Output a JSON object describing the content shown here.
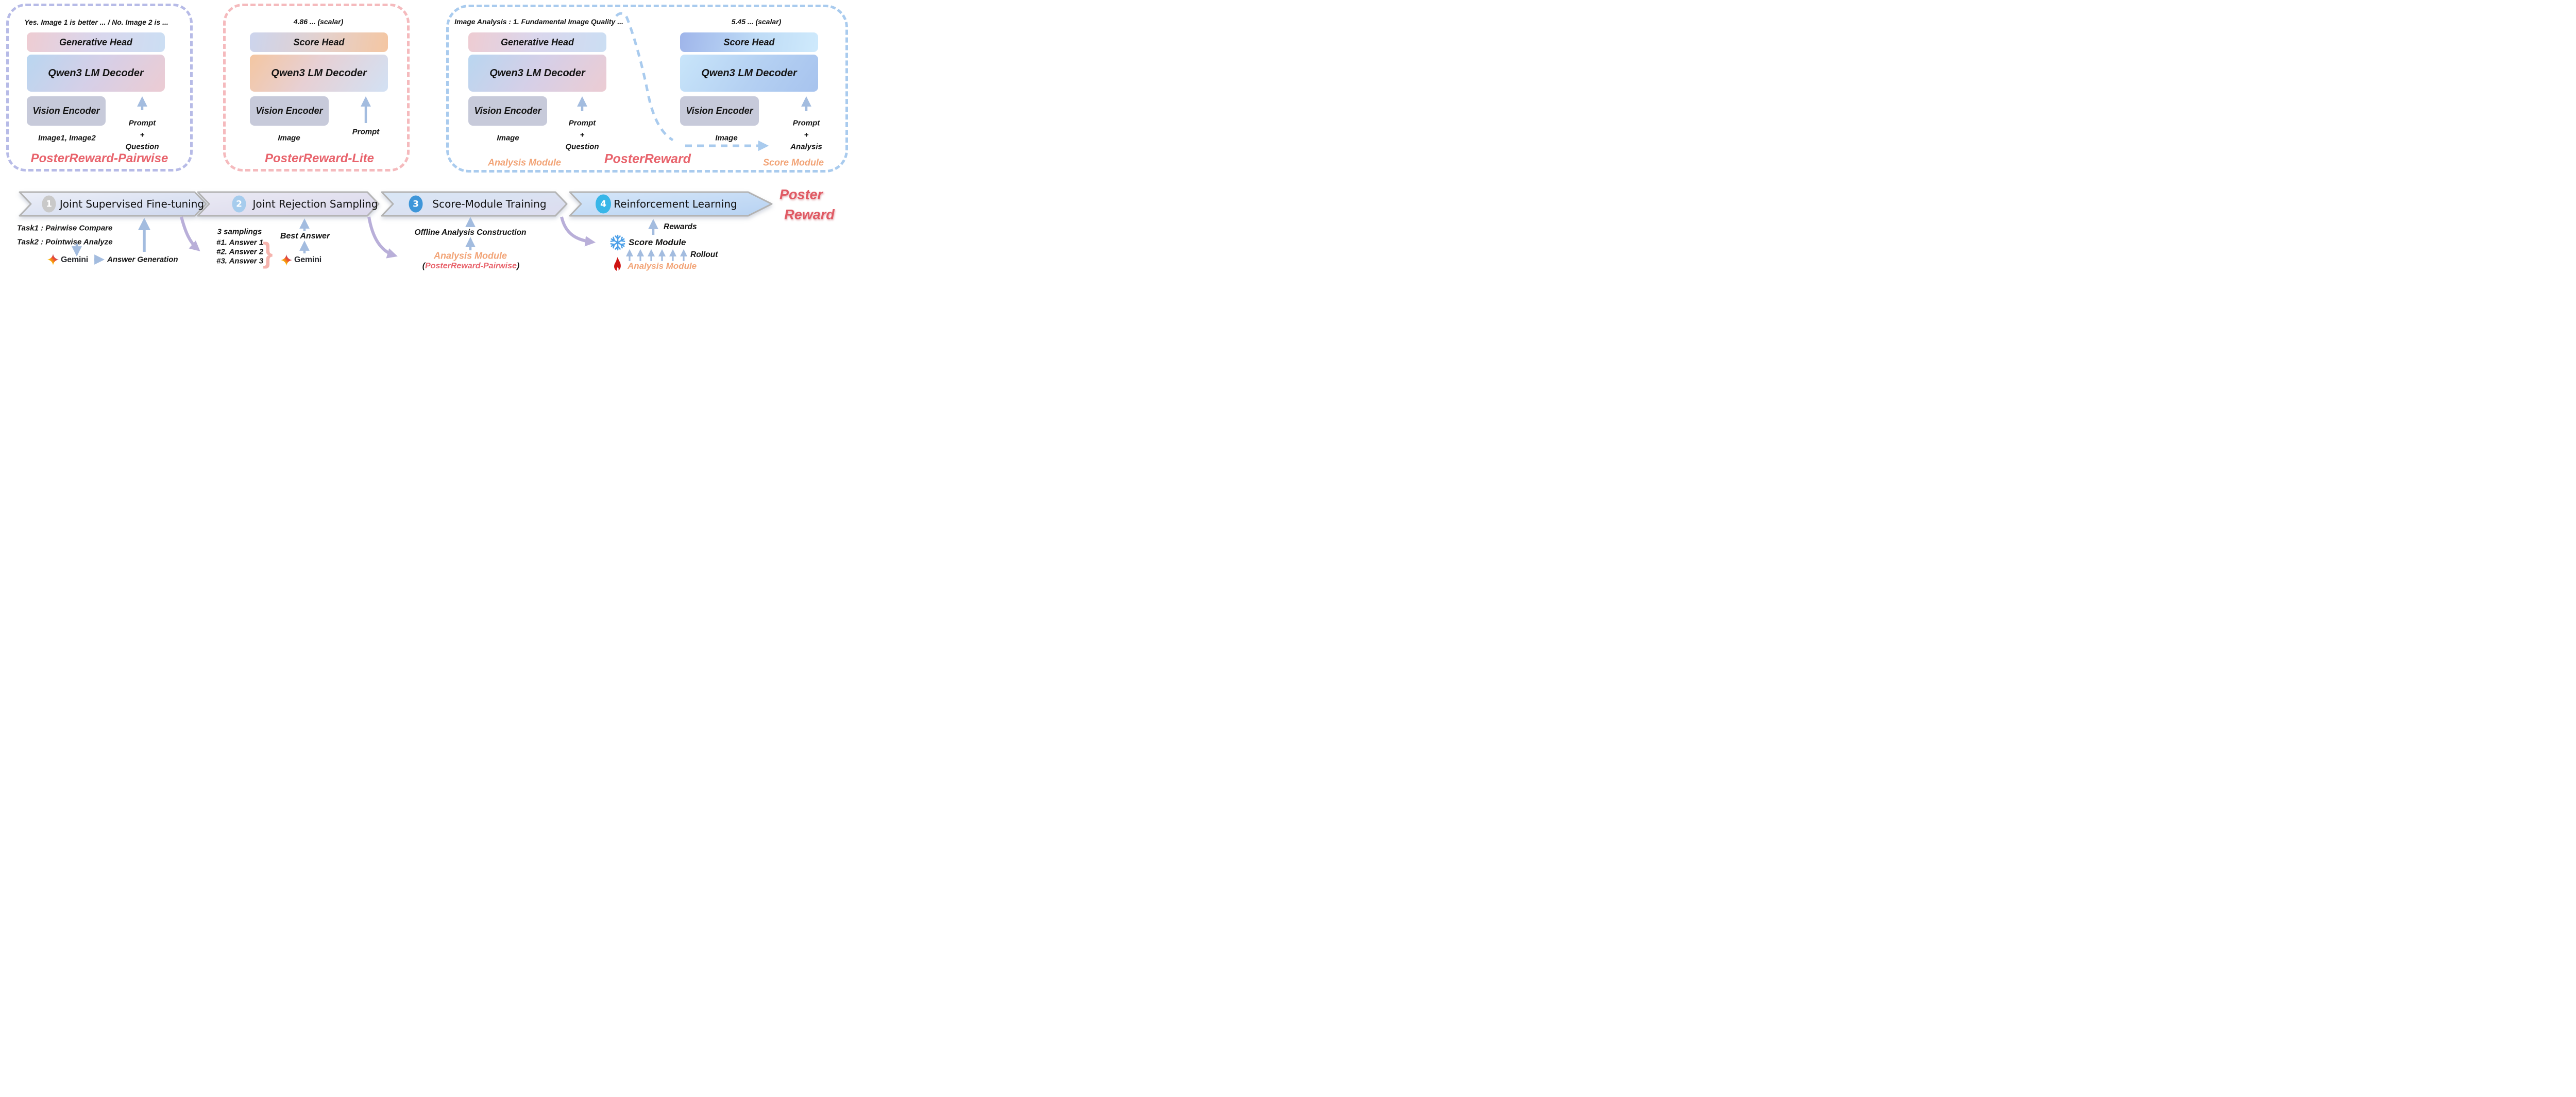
{
  "boxes": {
    "pairwise": {
      "title": "PosterReward-Pairwise",
      "output": "Yes. Image 1 is better ... / No. Image 2 is ...",
      "blocks": {
        "head": "Generative Head",
        "decoder": "Qwen3 LM Decoder",
        "vision": "Vision Encoder"
      },
      "inputs": {
        "image": "Image1, Image2",
        "prompt_l1": "Prompt",
        "prompt_l2": "+",
        "prompt_l3": "Question"
      }
    },
    "lite": {
      "title": "PosterReward-Lite",
      "output": "4.86 ... (scalar)",
      "blocks": {
        "head": "Score Head",
        "decoder": "Qwen3 LM Decoder",
        "vision": "Vision Encoder"
      },
      "inputs": {
        "image": "Image",
        "prompt_l1": "Prompt"
      }
    },
    "full": {
      "title": "PosterReward",
      "analysis": {
        "label": "Analysis Module",
        "output": "Image Analysis : 1. Fundamental Image Quality ...",
        "blocks": {
          "head": "Generative Head",
          "decoder": "Qwen3 LM Decoder",
          "vision": "Vision Encoder"
        },
        "inputs": {
          "image": "Image",
          "prompt_l1": "Prompt",
          "prompt_l2": "+",
          "prompt_l3": "Question"
        }
      },
      "score": {
        "label": "Score Module",
        "output": "5.45 ... (scalar)",
        "blocks": {
          "head": "Score Head",
          "decoder": "Qwen3 LM Decoder",
          "vision": "Vision Encoder"
        },
        "inputs": {
          "image": "Image",
          "prompt_l1": "Prompt",
          "prompt_l2": "+",
          "prompt_l3": "Analysis"
        }
      }
    }
  },
  "pipeline": {
    "title_line1": "Poster",
    "title_line2": "Reward",
    "stages": [
      {
        "num": "1",
        "label": "Joint Supervised Fine-tuning",
        "circle_color": "#c9c9c9"
      },
      {
        "num": "2",
        "label": "Joint Rejection Sampling",
        "circle_color": "#a6cced"
      },
      {
        "num": "3",
        "label": "Score-Module Training",
        "circle_color": "#3e96d9"
      },
      {
        "num": "4",
        "label": "Reinforcement Learning",
        "circle_color": "#38b6e8"
      }
    ]
  },
  "annotations": {
    "task1": "Task1 : Pairwise Compare",
    "task2": "Task2 : Pointwise Analyze",
    "gemini1": "Gemini",
    "gemini2": "Gemini",
    "answer_generation": "Answer Generation",
    "samplings_title": "3 samplings",
    "sampling1": "#1. Answer 1",
    "sampling2": "#2. Answer 2",
    "sampling3": "#3. Answer 3",
    "brace": "}",
    "best_answer": "Best Answer",
    "offline": "Offline Analysis Construction",
    "analysis_module": "Analysis Module",
    "ref_open": "(",
    "ref_name": "PosterReward-Pairwise",
    "ref_close": ")",
    "rewards": "Rewards",
    "score_module": "Score Module",
    "rollout": "Rollout",
    "analysis_module2": "Analysis Module"
  },
  "colors": {
    "accent_red": "#e8636c",
    "accent_orange": "#f2a477",
    "border_purple": "#b7bbe7",
    "border_pink": "#f5babd",
    "border_blue": "#a9cbee",
    "arrow_blue": "#a3bcdf",
    "arrow_purple": "#b9afd9",
    "snowflake_blue": "#4da0e8",
    "fire_red": "#ce1312",
    "vision_gray": "#c7cada",
    "stage_circle_1": "#c9c9c9",
    "stage_circle_2": "#a6cced",
    "stage_circle_3": "#3e96d9",
    "stage_circle_4": "#38b6e8"
  }
}
